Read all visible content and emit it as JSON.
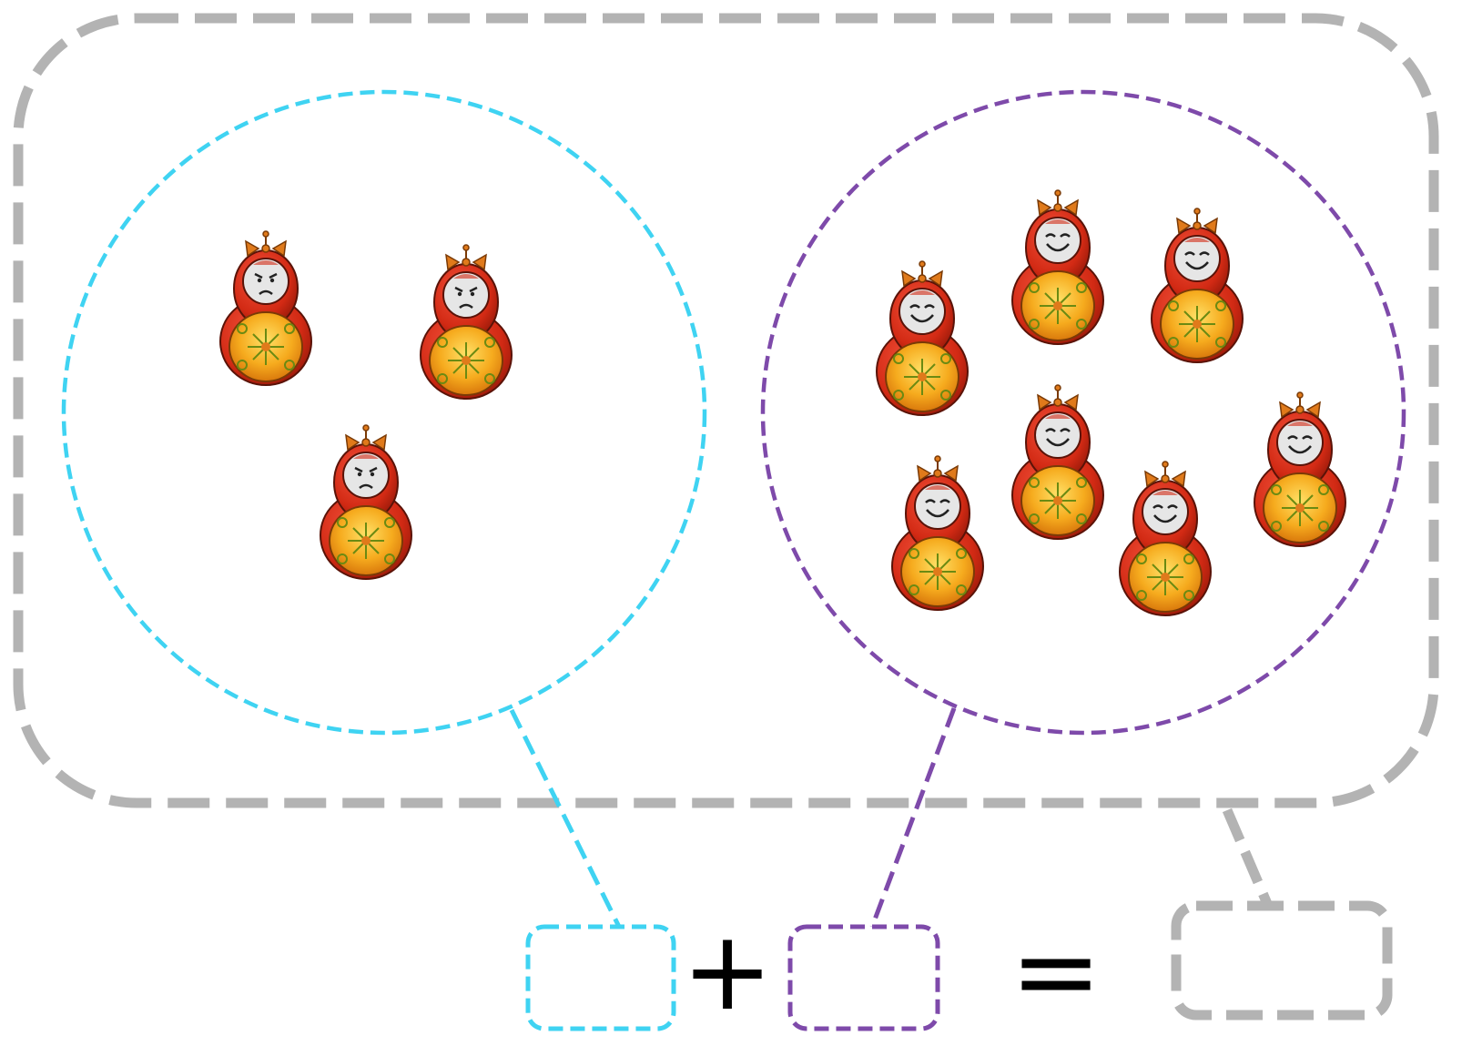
{
  "groups": [
    {
      "name": "left-group",
      "color": "#3fd3f2",
      "count": 3,
      "face": "frowning"
    },
    {
      "name": "right-group",
      "color": "#7e4aaa",
      "count": 7,
      "face": "smiling"
    }
  ],
  "total_color": "#b3b3b3",
  "equation": {
    "plus": "+",
    "equals": "=",
    "answer_boxes": [
      "",
      "",
      ""
    ]
  },
  "doll_colors": {
    "body": "#d22a14",
    "belly": "#f4a21c",
    "face": "#e6e6e6",
    "bow": "#e07a1b"
  }
}
